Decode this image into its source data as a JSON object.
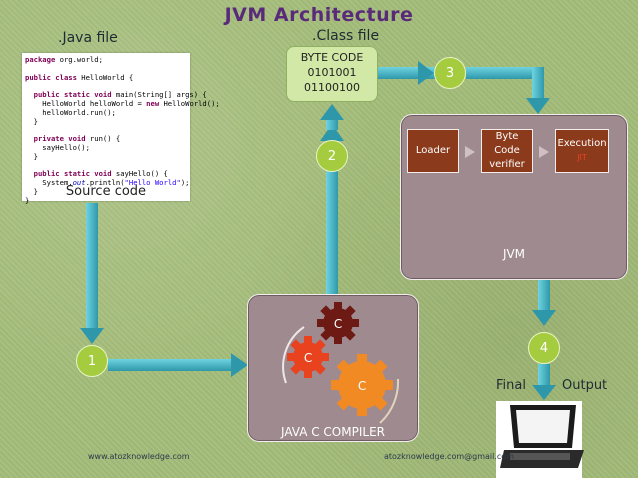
{
  "title": "JVM  Architecture",
  "labels": {
    "java_file": ".Java file",
    "class_file": ".Class file",
    "source_code": "Source code",
    "final": "Final",
    "output": "Output"
  },
  "bytecode": {
    "heading": "BYTE CODE",
    "line1": "0101001",
    "line2": "01100100"
  },
  "jvm": {
    "label": "JVM",
    "loader": "Loader",
    "byte_code_verifier": [
      "Byte",
      "Code",
      "verifier"
    ],
    "execution": "Execution",
    "jit": "JIT"
  },
  "compiler": {
    "label": "JAVA C COMPILER",
    "gear_letter": "C"
  },
  "steps": [
    "1",
    "2",
    "3",
    "4"
  ],
  "footer": {
    "left": "www.atozknowledge.com",
    "right": "atozknowledge.com@gmail.com"
  },
  "code": {
    "package_kw": "package",
    "package_name": " org.world;",
    "class_line_kw": "public class",
    "class_name": " HelloWorld {",
    "main_kw": "  public static void",
    "main_rest": " main(String[] args) {",
    "new_line_pre": "    HelloWorld helloWorld = ",
    "new_kw": "new",
    "new_line_post": " HelloWorld();",
    "run_call": "    helloWorld.run();",
    "close_inner": "  }",
    "run_kw": "  private void",
    "run_rest": " run() {",
    "say_call": "    sayHello();",
    "close_inner2": "  }",
    "say_kw": "  public static void",
    "say_rest": " sayHello() {",
    "print_pre": "    System.",
    "print_out": "out",
    "print_mid": ".println(",
    "print_str": "\"Hello World\"",
    "print_post": ");",
    "close_inner3": "  }",
    "close_class": "}"
  },
  "colors": {
    "background": "#a4bd7a",
    "arrow": "#4ab8c8",
    "step": "#a5cc3f",
    "panel": "#9f8a8f",
    "stage": "#8b3b1c",
    "title": "#5a2a7a",
    "gear_dark": "#6e1a14",
    "gear_red": "#e8421f",
    "gear_orange": "#f28a24"
  }
}
